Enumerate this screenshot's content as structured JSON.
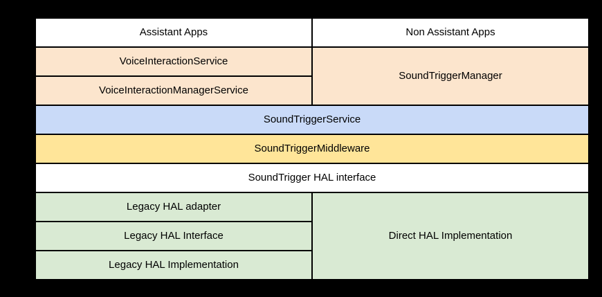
{
  "canvas": {
    "background": "#000000",
    "border_color": "#000000",
    "text_color": "#000000"
  },
  "palette": {
    "white": "#ffffff",
    "peach": "#fce5cd",
    "blue": "#c9daf8",
    "yellow": "#ffe599",
    "green": "#d9ead3"
  },
  "diagram": {
    "cells": {
      "assistant_apps": {
        "label": "Assistant Apps",
        "fill": "#ffffff"
      },
      "non_assistant_apps": {
        "label": "Non Assistant Apps",
        "fill": "#ffffff"
      },
      "voice_interaction_service": {
        "label": "VoiceInteractionService",
        "fill": "#fce5cd"
      },
      "sound_trigger_manager": {
        "label": "SoundTriggerManager",
        "fill": "#fce5cd"
      },
      "voice_interaction_manager_service": {
        "label": "VoiceInteractionManagerService",
        "fill": "#fce5cd"
      },
      "sound_trigger_service": {
        "label": "SoundTriggerService",
        "fill": "#c9daf8"
      },
      "sound_trigger_middleware": {
        "label": "SoundTriggerMiddleware",
        "fill": "#ffe599"
      },
      "sound_trigger_hal_interface": {
        "label": "SoundTrigger HAL interface",
        "fill": "#ffffff"
      },
      "legacy_hal_adapter": {
        "label": "Legacy HAL adapter",
        "fill": "#d9ead3"
      },
      "direct_hal_implementation": {
        "label": "Direct HAL Implementation",
        "fill": "#d9ead3"
      },
      "legacy_hal_interface": {
        "label": "Legacy HAL Interface",
        "fill": "#d9ead3"
      },
      "legacy_hal_implementation": {
        "label": "Legacy HAL Implementation",
        "fill": "#d9ead3"
      }
    }
  }
}
